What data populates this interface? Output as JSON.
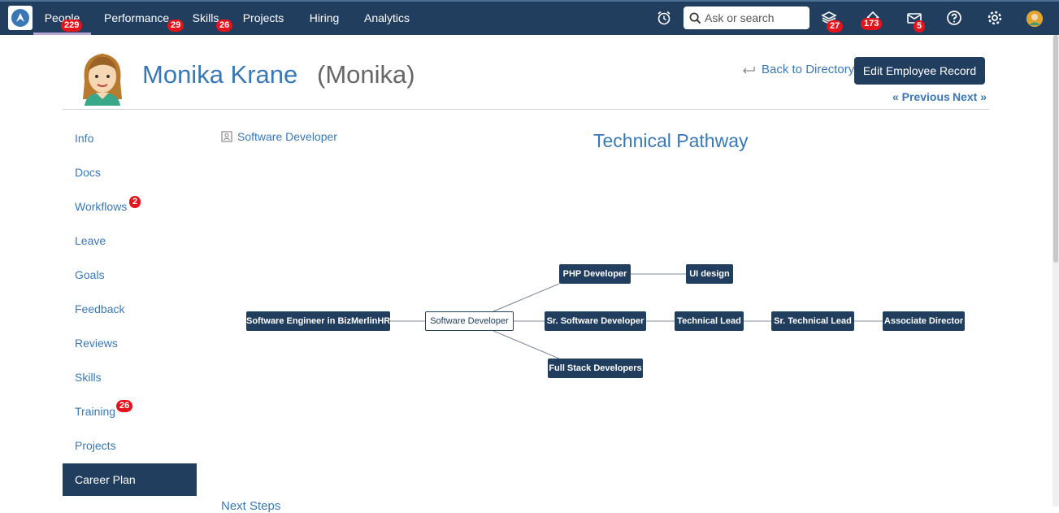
{
  "topnav": {
    "items": [
      {
        "label": "People",
        "badge": "229"
      },
      {
        "label": "Performance",
        "badge": "29"
      },
      {
        "label": "Skills",
        "badge": "26"
      },
      {
        "label": "Projects"
      },
      {
        "label": "Hiring"
      },
      {
        "label": "Analytics"
      }
    ],
    "search_placeholder": "Ask or search",
    "badges": {
      "courses": "27",
      "alerts": "173",
      "messages": "5"
    }
  },
  "employee": {
    "name": "Monika Krane",
    "nickname": "(Monika)",
    "back_label": "Back to Directory",
    "edit_label": "Edit Employee Record",
    "previous_label": "« Previous",
    "next_label": "Next »"
  },
  "sidebar": {
    "items": [
      {
        "label": "Info"
      },
      {
        "label": "Docs"
      },
      {
        "label": "Workflows",
        "badge": "2"
      },
      {
        "label": "Leave"
      },
      {
        "label": "Goals"
      },
      {
        "label": "Feedback"
      },
      {
        "label": "Reviews"
      },
      {
        "label": "Skills"
      },
      {
        "label": "Training",
        "badge": "26"
      },
      {
        "label": "Projects"
      },
      {
        "label": "Career Plan"
      }
    ]
  },
  "career": {
    "current_role": "Software Developer",
    "pathway_title": "Technical Pathway",
    "nodes": [
      {
        "label": "Software Engineer in BizMerlinHR"
      },
      {
        "label": "Software Developer"
      },
      {
        "label": "PHP Developer"
      },
      {
        "label": "UI design"
      },
      {
        "label": "Sr. Software Developer"
      },
      {
        "label": "Technical Lead"
      },
      {
        "label": "Sr. Technical Lead"
      },
      {
        "label": "Associate Director"
      },
      {
        "label": "Full Stack Developers"
      }
    ],
    "next_steps_label": "Next Steps"
  },
  "colors": {
    "navy": "#223e5f",
    "link": "#3a78b5",
    "badge": "#e3141b"
  }
}
